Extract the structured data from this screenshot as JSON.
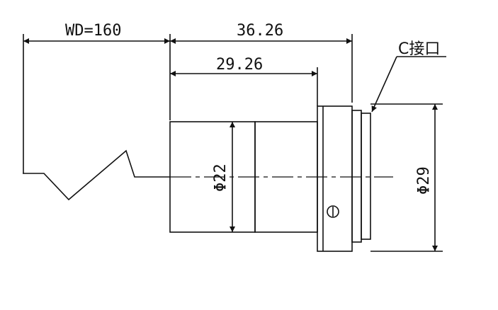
{
  "drawing": {
    "dimensions": {
      "working_distance": "WD=160",
      "overall_length": "36.26",
      "body_length": "29.26",
      "body_diameter": "Φ22",
      "flange_diameter": "Φ29"
    },
    "mount_label": "C接口",
    "line_color": "#111111",
    "background_color": "#ffffff"
  }
}
